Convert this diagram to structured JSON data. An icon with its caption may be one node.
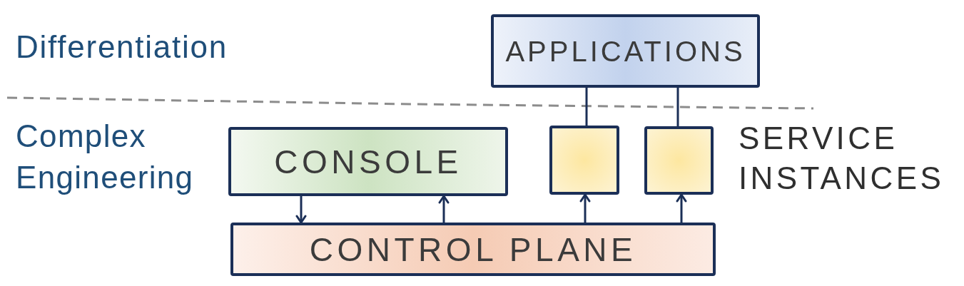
{
  "diagram": {
    "nodes": [
      {
        "text": [
          "APPLICATIONS"
        ]
      },
      {
        "text": [
          "CONSOLE"
        ]
      },
      {
        "text": [],
        "shape": "box"
      },
      {
        "text": [],
        "shape": "box"
      },
      {
        "text": [
          "CONTROL PLANE"
        ]
      }
    ],
    "edges": [
      {
        "from": 1,
        "to": 4,
        "arrow": "to"
      },
      {
        "from": 4,
        "to": 1,
        "arrow": "to"
      },
      {
        "from": 4,
        "to": 2,
        "arrow": "to"
      },
      {
        "from": 4,
        "to": 3,
        "arrow": "to"
      },
      {
        "from": 0,
        "to": 2,
        "arrow": "none"
      },
      {
        "from": 0,
        "to": 3,
        "arrow": "none"
      }
    ],
    "labels": [
      "Differentiation",
      "Complex Engineering",
      "SERVICE INSTANCES"
    ]
  }
}
